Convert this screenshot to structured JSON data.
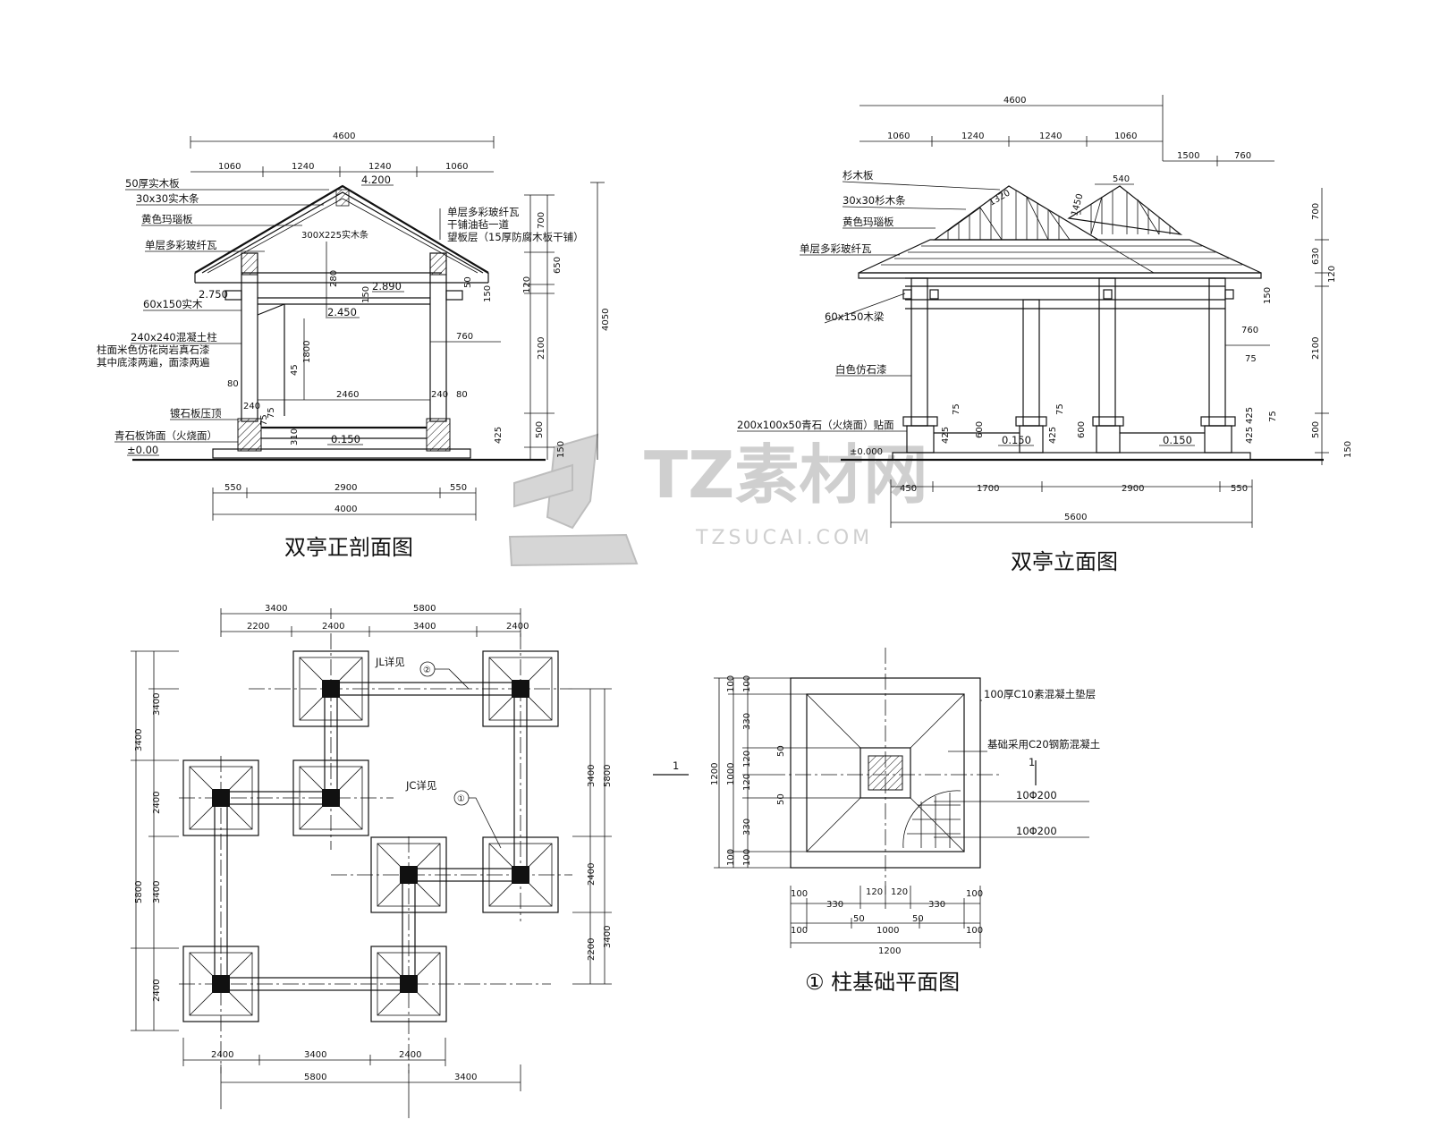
{
  "titles": {
    "section": "双亭正剖面图",
    "elevation": "双亭立面图",
    "foundation": "① 柱基础平面图"
  },
  "watermark": {
    "brand": "TZ素材网",
    "url": "TZSUCAI.COM"
  },
  "section": {
    "top_dims": [
      "4600",
      "1060",
      "1240",
      "1240",
      "1060"
    ],
    "bottom_dims": [
      "550",
      "2900",
      "550",
      "4000"
    ],
    "levels": [
      "4.200",
      "2.890",
      "2.750",
      "2.450",
      "0.150",
      "±0.00"
    ],
    "right_dims": [
      "700",
      "650",
      "120",
      "2100",
      "500",
      "150",
      "4050"
    ],
    "inner_dims": [
      "300X225实木条",
      "280",
      "150",
      "1800",
      "2460",
      "760",
      "240",
      "240",
      "80",
      "80",
      "75",
      "75",
      "45",
      "310",
      "425",
      "50",
      "150"
    ],
    "labels_left": [
      "50厚实木板",
      "30x30实木条",
      "黄色玛瑙板",
      "单层多彩玻纤瓦",
      "60x150实木",
      "240x240混凝土柱",
      "柱面米色仿花岗岩真石漆",
      "其中底漆两遍，面漆两遍",
      "镀石板压顶",
      "青石板饰面（火烧面）"
    ],
    "labels_right": [
      "单层多彩玻纤瓦",
      "干铺油毡一道",
      "望板层（15厚防腐木板干铺）"
    ]
  },
  "elevation": {
    "top_dims": [
      "4600",
      "1060",
      "1240",
      "1240",
      "1060"
    ],
    "roof_dims": [
      "1500",
      "760",
      "540",
      "1320",
      "1450"
    ],
    "bottom_dims": [
      "450",
      "1700",
      "2900",
      "550",
      "5600"
    ],
    "levels": [
      "0.150",
      "0.150",
      "±0.000"
    ],
    "right_dims": [
      "700",
      "630",
      "120",
      "2100",
      "500",
      "150",
      "150",
      "760",
      "75",
      "425"
    ],
    "inner_dims": [
      "75",
      "600",
      "425",
      "75",
      "600",
      "425",
      "75",
      "425"
    ],
    "labels": [
      "杉木板",
      "30x30杉木条",
      "黄色玛瑙板",
      "单层多彩玻纤瓦",
      "60x150木梁",
      "白色仿石漆",
      "200x100x50青石（火烧面）贴面"
    ]
  },
  "plan": {
    "top_dims_row1": [
      "3400",
      "5800"
    ],
    "top_dims_row2": [
      "2200",
      "2400",
      "3400",
      "2400"
    ],
    "bottom_dims_row1": [
      "2400",
      "3400",
      "2400"
    ],
    "bottom_dims_row2": [
      "5800",
      "3400"
    ],
    "left_dims": [
      "3400",
      "3400",
      "2400",
      "5800",
      "3400",
      "2400"
    ],
    "right_dims": [
      "5800",
      "3400",
      "2400",
      "3400",
      "2200"
    ],
    "callouts": [
      "JL详见",
      "JC详见"
    ],
    "callout_marks": [
      "②",
      "①"
    ]
  },
  "foundation": {
    "left_dims": [
      "100",
      "100",
      "330",
      "120",
      "120",
      "330",
      "100",
      "100",
      "1000",
      "1200",
      "50",
      "50"
    ],
    "bottom_dims": [
      "100",
      "330",
      "120",
      "120",
      "330",
      "100",
      "100",
      "50",
      "1000",
      "50",
      "100",
      "1200"
    ],
    "labels": [
      "100厚C10素混凝土垫层",
      "基础采用C20钢筋混凝土",
      "10Φ200",
      "10Φ200"
    ],
    "section_mark": "1"
  }
}
